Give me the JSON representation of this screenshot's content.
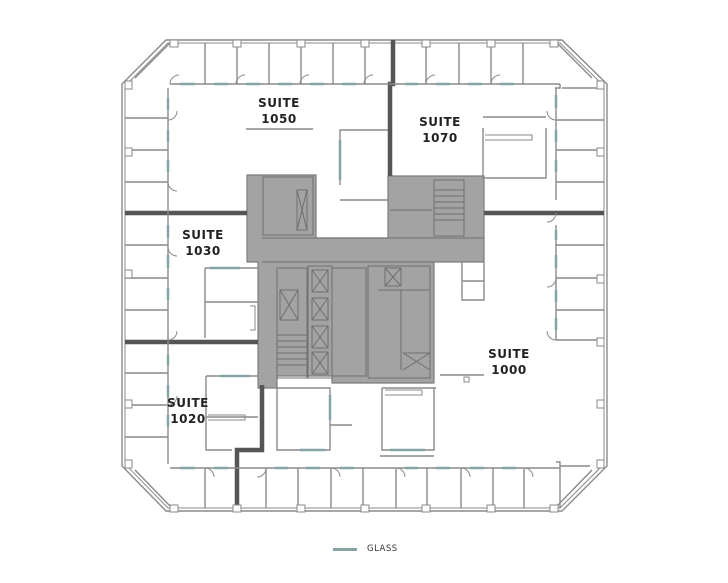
{
  "floor_plan": {
    "suites": [
      {
        "id": "suite-1050",
        "line1": "SUITE",
        "line2": "1050"
      },
      {
        "id": "suite-1070",
        "line1": "SUITE",
        "line2": "1070"
      },
      {
        "id": "suite-1030",
        "line1": "SUITE",
        "line2": "1030"
      },
      {
        "id": "suite-1020",
        "line1": "SUITE",
        "line2": "1020"
      },
      {
        "id": "suite-1000",
        "line1": "SUITE",
        "line2": "1000"
      }
    ],
    "legend": {
      "items": [
        {
          "label": "GLASS",
          "color": "#86a3a8"
        }
      ]
    },
    "colors": {
      "core_fill": "#a3a3a3",
      "wall": "#8a8a8a",
      "demising_wall": "#555555",
      "glass": "#86a3a8"
    }
  }
}
